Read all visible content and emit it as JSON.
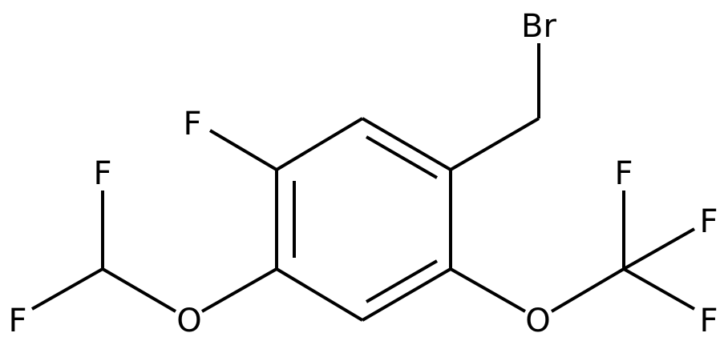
{
  "molecule": {
    "atoms": {
      "bromine": "Br",
      "ring_fluorine": "F",
      "difluoromethoxy_oxygen": "O",
      "difluoromethyl_fluorine_top": "F",
      "difluoromethyl_fluorine_bottom": "F",
      "trifluoromethoxy_oxygen": "O",
      "trifluoromethyl_fluorine_top": "F",
      "trifluoromethyl_fluorine_right": "F",
      "trifluoromethyl_fluorine_bottom": "F"
    }
  },
  "colors": {
    "bond": "#000000",
    "label": "#000000",
    "background": "#ffffff"
  }
}
